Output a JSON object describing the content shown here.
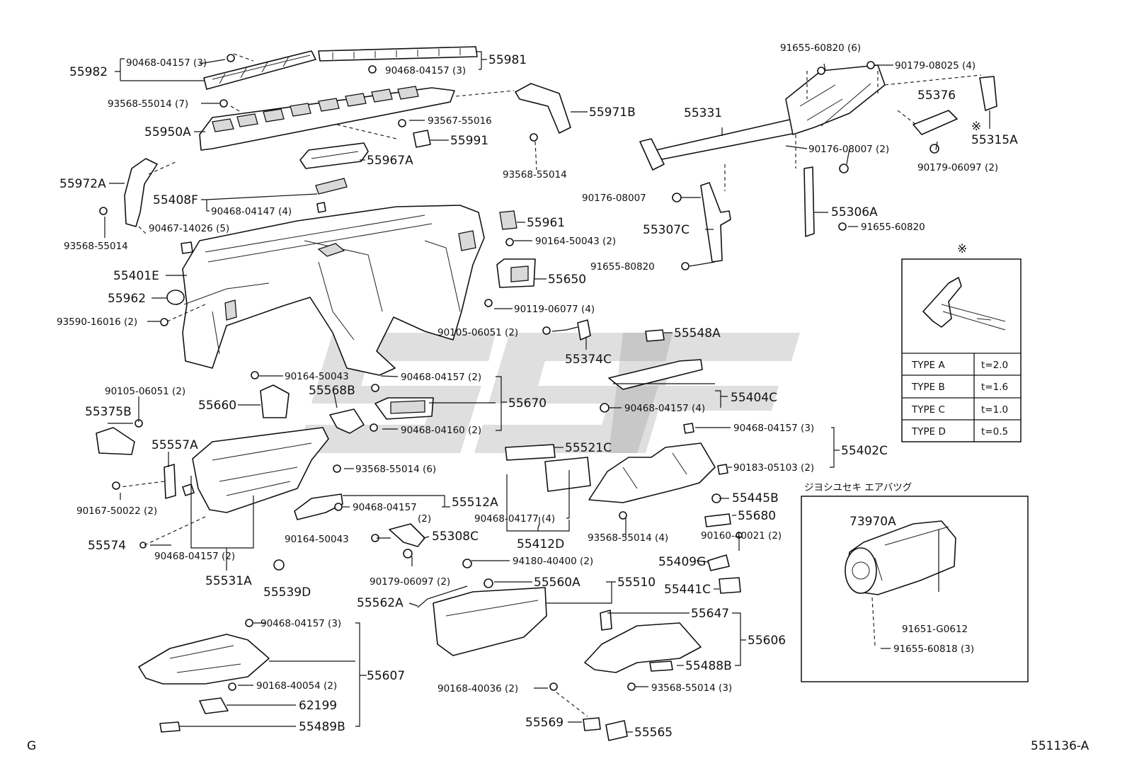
{
  "labels": {
    "p55982": "55982",
    "p90468_04157_a": "90468-04157 (3)",
    "p90468_04157_b": "90468-04157 (3)",
    "p55981": "55981",
    "p93568_55014_7": "93568-55014 (7)",
    "p93567_55016": "93567-55016",
    "p55950A": "55950A",
    "p55991": "55991",
    "p55971B": "55971B",
    "p93568_55014_a": "93568-55014",
    "p55967A": "55967A",
    "p55972A": "55972A",
    "p55408F": "55408F",
    "p90468_04147": "90468-04147 (4)",
    "p90467_14026": "90467-14026 (5)",
    "p93568_55014_b": "93568-55014",
    "p55401E": "55401E",
    "p55962": "55962",
    "p93590_16016": "93590-16016 (2)",
    "p55961": "55961",
    "p90164_50043_2": "90164-50043 (2)",
    "p55650": "55650",
    "p90119_06077": "90119-06077 (4)",
    "p90105_06051_a": "90105-06051 (2)",
    "p55374C": "55374C",
    "p55548A": "55548A",
    "p91655_60820_6": "91655-60820 (6)",
    "p90179_08025": "90179-08025 (4)",
    "p55331": "55331",
    "p55376": "55376",
    "p55315A": "55315A",
    "p90176_08007_2": "90176-08007 (2)",
    "p90179_06097_a": "90179-06097 (2)",
    "p90176_08007": "90176-08007",
    "p55306A": "55306A",
    "p91655_60820": "91655-60820",
    "p55307C": "55307C",
    "p91655_80820": "91655-80820",
    "p90164_50043_b": "90164-50043",
    "p90468_04157_c": "90468-04157 (2)",
    "p55568B": "55568B",
    "p55670": "55670",
    "p90105_06051_b": "90105-06051 (2)",
    "p55375B": "55375B",
    "p55660": "55660",
    "p90468_04160": "90468-04160 (2)",
    "p55404C": "55404C",
    "p90468_04157_d": "90468-04157 (4)",
    "p55557A": "55557A",
    "p93568_55014_6": "93568-55014 (6)",
    "p55521C": "55521C",
    "p90468_04157_e": "90468-04157 (3)",
    "p55402C": "55402C",
    "p90183_05103": "90183-05103 (2)",
    "p90167_50022": "90167-50022 (2)",
    "p90468_04157_f": "90468-04157",
    "p_two": "(2)",
    "p55512A": "55512A",
    "p90468_04177": "90468-04177 (4)",
    "p55445B": "55445B",
    "p55680": "55680",
    "p55574": "55574",
    "p90164_50043_c": "90164-50043",
    "p55308C": "55308C",
    "p55412D": "55412D",
    "p93568_55014_4": "93568-55014 (4)",
    "p90160_40021": "90160-40021 (2)",
    "p90468_04157_g": "90468-04157 (2)",
    "p55531A": "55531A",
    "p55539D": "55539D",
    "p90179_06097_b": "90179-06097 (2)",
    "p94180_40400": "94180-40400 (2)",
    "p55560A": "55560A",
    "p55510": "55510",
    "p55409G": "55409G",
    "p55441C": "55441C",
    "p55562A": "55562A",
    "p55647": "55647",
    "p90468_04157_h": "90468-04157 (3)",
    "p55606": "55606",
    "p55607": "55607",
    "p55488B": "55488B",
    "p90168_40054": "90168-40054 (2)",
    "p93568_55014_3": "93568-55014 (3)",
    "p62199": "62199",
    "p90168_40036": "90168-40036 (2)",
    "p55489B": "55489B",
    "p55569": "55569",
    "p55565": "55565",
    "p73970A": "73970A",
    "p91651_G0612": "91651-G0612",
    "p91655_60818": "91655-60818 (3)",
    "airbag_title": "ジヨシユセキ エアバツグ",
    "corner_g": "G",
    "diagram_id": "551136-A",
    "watermark": "ƧƧƧƧ"
  },
  "inset": {
    "mark": "※",
    "mark2": "※",
    "rows": [
      {
        "type": "TYPE A",
        "t": "t=2.0"
      },
      {
        "type": "TYPE B",
        "t": "t=1.6"
      },
      {
        "type": "TYPE C",
        "t": "t=1.0"
      },
      {
        "type": "TYPE D",
        "t": "t=0.5"
      }
    ]
  }
}
